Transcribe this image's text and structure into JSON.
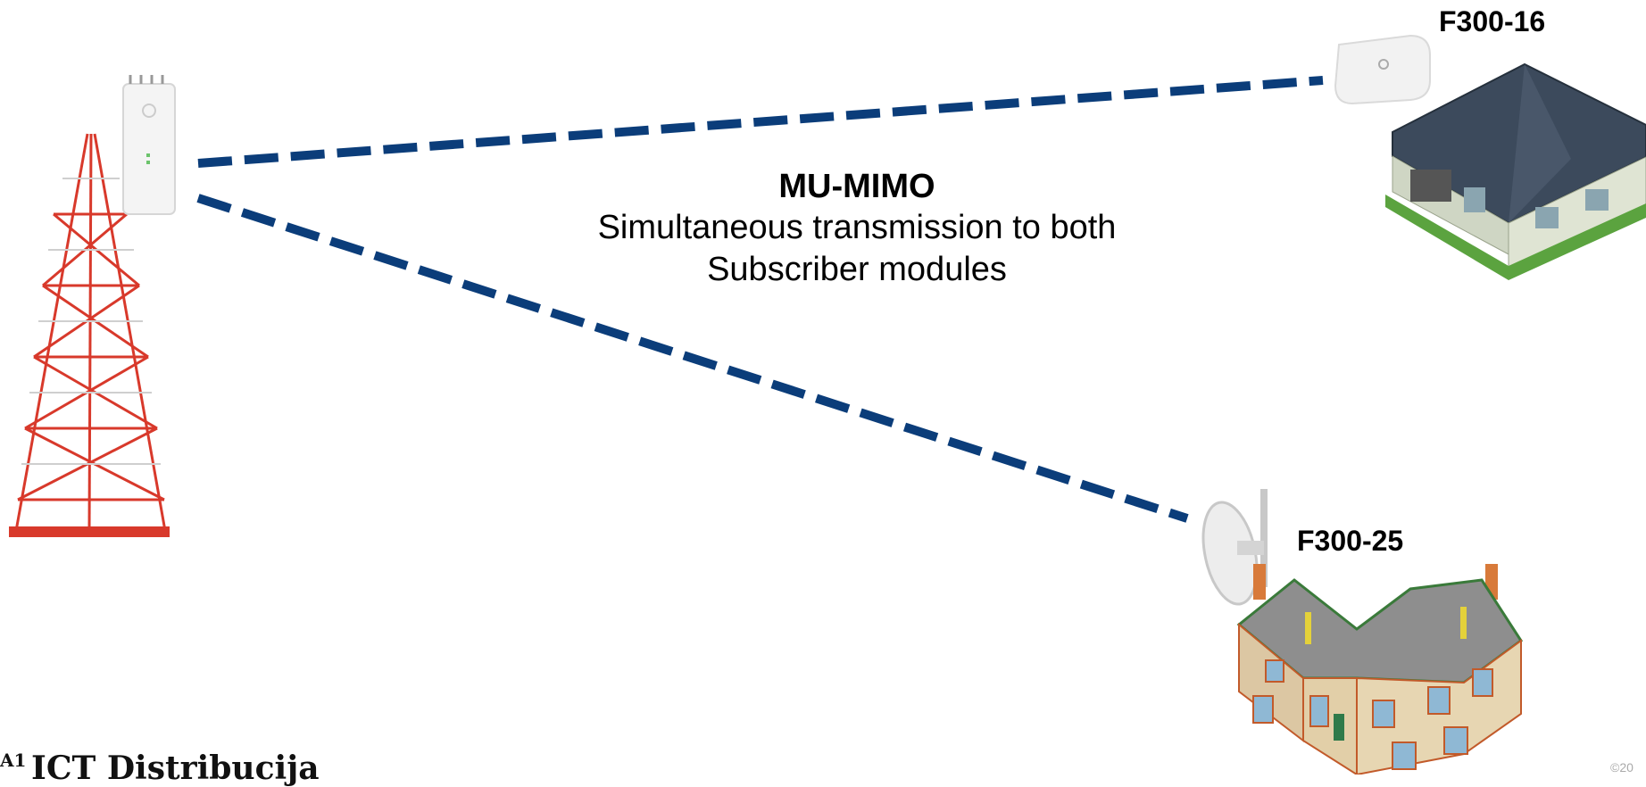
{
  "devices": {
    "top_right_label": "F300-16",
    "bottom_right_label": "F300-25"
  },
  "caption": {
    "title": "MU-MIMO",
    "line1": "Simultaneous transmission to both",
    "line2": "Subscriber modules"
  },
  "footer": {
    "logo_superscript": "A1",
    "logo_text": "ICT Distribucija",
    "copyright": "©20"
  },
  "colors": {
    "link": "#0b3d7a",
    "tower_red": "#d8392b",
    "tower_white": "#e9e9e9"
  }
}
